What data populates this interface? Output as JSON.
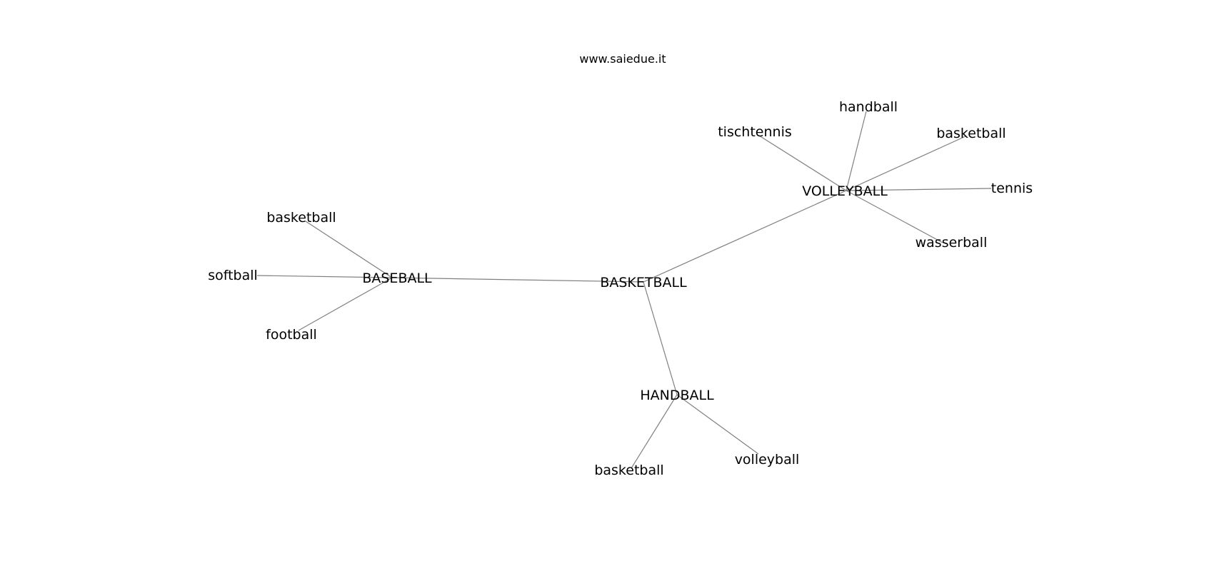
{
  "header": {
    "site": "www.saiedue.it"
  },
  "graph": {
    "edge_color": "#808080",
    "text_color": "#000000",
    "nodes": [
      {
        "id": "basketball_hub",
        "label": "BASKETBALL"
      },
      {
        "id": "baseball_hub",
        "label": "BASEBALL"
      },
      {
        "id": "volleyball_hub",
        "label": "VOLLEYBALL"
      },
      {
        "id": "handball_hub",
        "label": "HANDBALL"
      },
      {
        "id": "baseball_basketball",
        "label": "basketball"
      },
      {
        "id": "baseball_softball",
        "label": "softball"
      },
      {
        "id": "baseball_football",
        "label": "football"
      },
      {
        "id": "volleyball_tischtennis",
        "label": "tischtennis"
      },
      {
        "id": "volleyball_handball",
        "label": "handball"
      },
      {
        "id": "volleyball_basketball",
        "label": "basketball"
      },
      {
        "id": "volleyball_tennis",
        "label": "tennis"
      },
      {
        "id": "volleyball_wasserball",
        "label": "wasserball"
      },
      {
        "id": "handball_basketball",
        "label": "basketball"
      },
      {
        "id": "handball_volleyball",
        "label": "volleyball"
      }
    ],
    "edges": [
      [
        "basketball_hub",
        "baseball_hub"
      ],
      [
        "basketball_hub",
        "volleyball_hub"
      ],
      [
        "basketball_hub",
        "handball_hub"
      ],
      [
        "baseball_hub",
        "baseball_basketball"
      ],
      [
        "baseball_hub",
        "baseball_softball"
      ],
      [
        "baseball_hub",
        "baseball_football"
      ],
      [
        "volleyball_hub",
        "volleyball_tischtennis"
      ],
      [
        "volleyball_hub",
        "volleyball_handball"
      ],
      [
        "volleyball_hub",
        "volleyball_basketball"
      ],
      [
        "volleyball_hub",
        "volleyball_tennis"
      ],
      [
        "volleyball_hub",
        "volleyball_wasserball"
      ],
      [
        "handball_hub",
        "handball_basketball"
      ],
      [
        "handball_hub",
        "handball_volleyball"
      ]
    ]
  }
}
